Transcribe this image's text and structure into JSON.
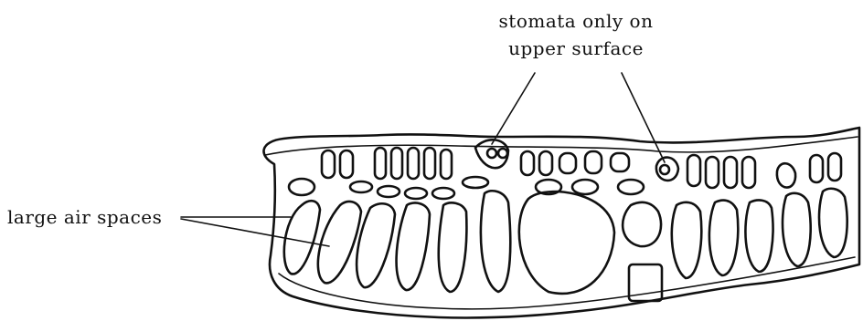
{
  "labels": {
    "stomata_line1": "stomata only on",
    "stomata_line2": "upper surface",
    "air_spaces": "large air spaces"
  }
}
